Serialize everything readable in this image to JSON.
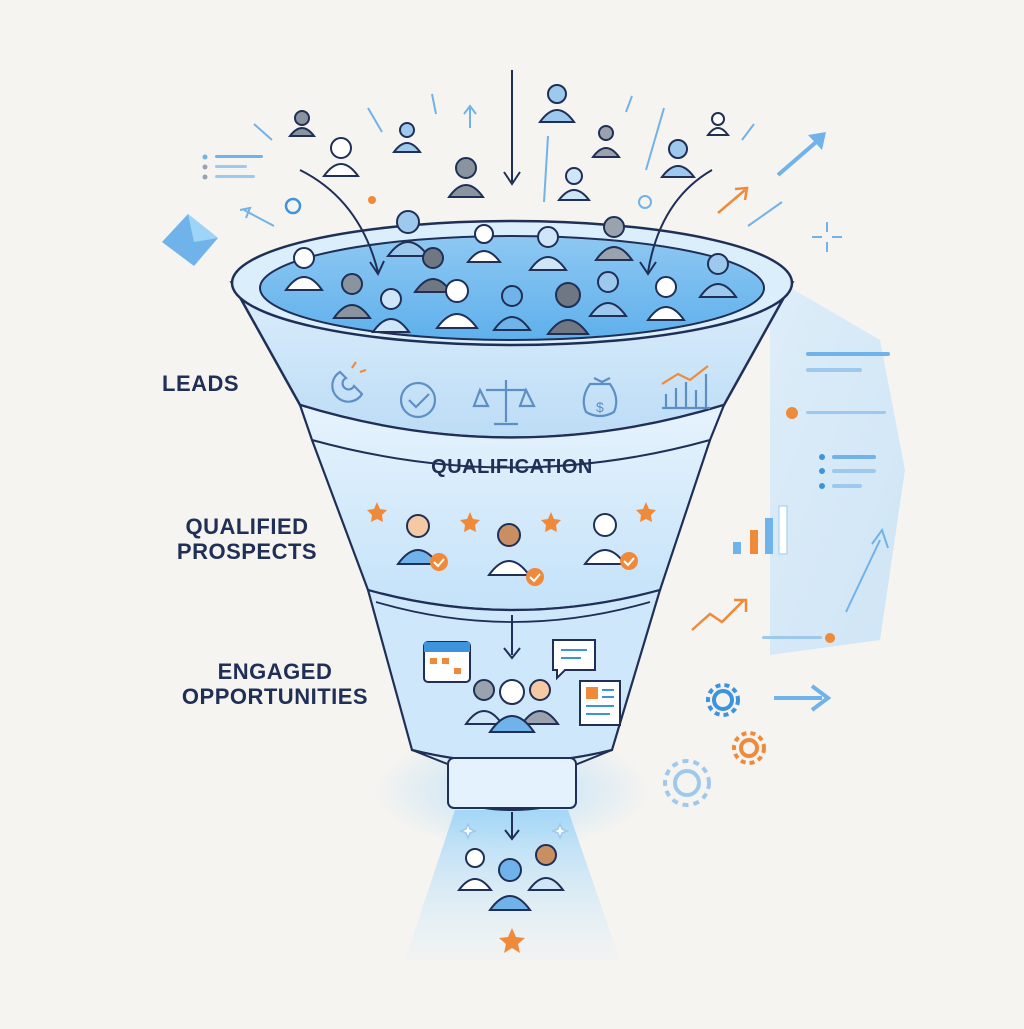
{
  "labels": {
    "leads": "LEADS",
    "qualified": "QUALIFIED PROSPECTS",
    "engaged": "ENGAGED OPPORTUNITIES",
    "qualification": "QUALIFICATION"
  },
  "icons": {
    "sales_stage_icons": [
      "magnet-icon",
      "checkmark-circle-icon",
      "balance-scale-icon",
      "money-bag-icon",
      "bar-chart-icon"
    ],
    "engagement_icons": [
      "calendar-icon",
      "chat-bubble-icon",
      "document-icon"
    ],
    "side_icons": [
      "gear-icon",
      "arrow-right-icon",
      "trend-up-icon",
      "star-icon"
    ]
  },
  "colors": {
    "navy": "#1f2f56",
    "light_blue": "#c9e3f8",
    "mid_blue": "#6fb3ea",
    "accent_blue": "#3d93dc",
    "orange": "#f08a3b",
    "gray": "#9aa3ad"
  }
}
